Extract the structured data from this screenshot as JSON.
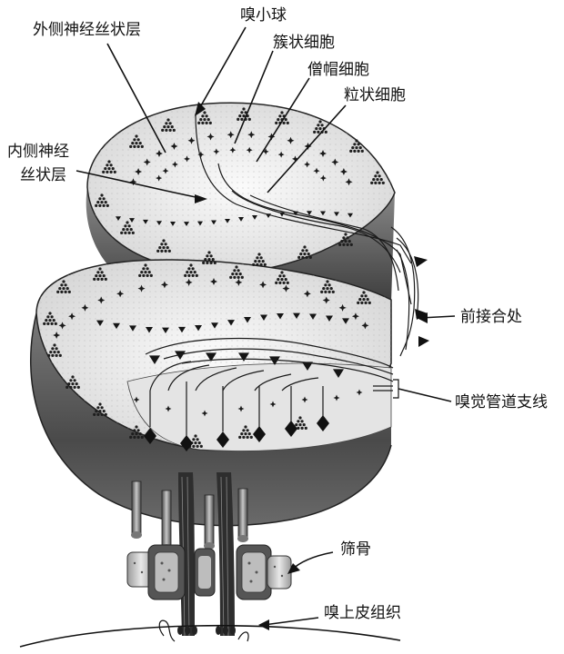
{
  "labels": {
    "outer_plexiform": "外侧神经丝状层",
    "glomerulus": "嗅小球",
    "tufted_cell": "簇状细胞",
    "mitral_cell": "僧帽细胞",
    "granule_cell": "粒状细胞",
    "inner_plexiform_1": "内侧神经",
    "inner_plexiform_2": "丝状层",
    "anterior_commissure": "前接合处",
    "olfactory_tract_branch": "嗅觉管道支线",
    "ethmoid": "筛骨",
    "olfactory_epithelium": "嗅上皮组织"
  }
}
